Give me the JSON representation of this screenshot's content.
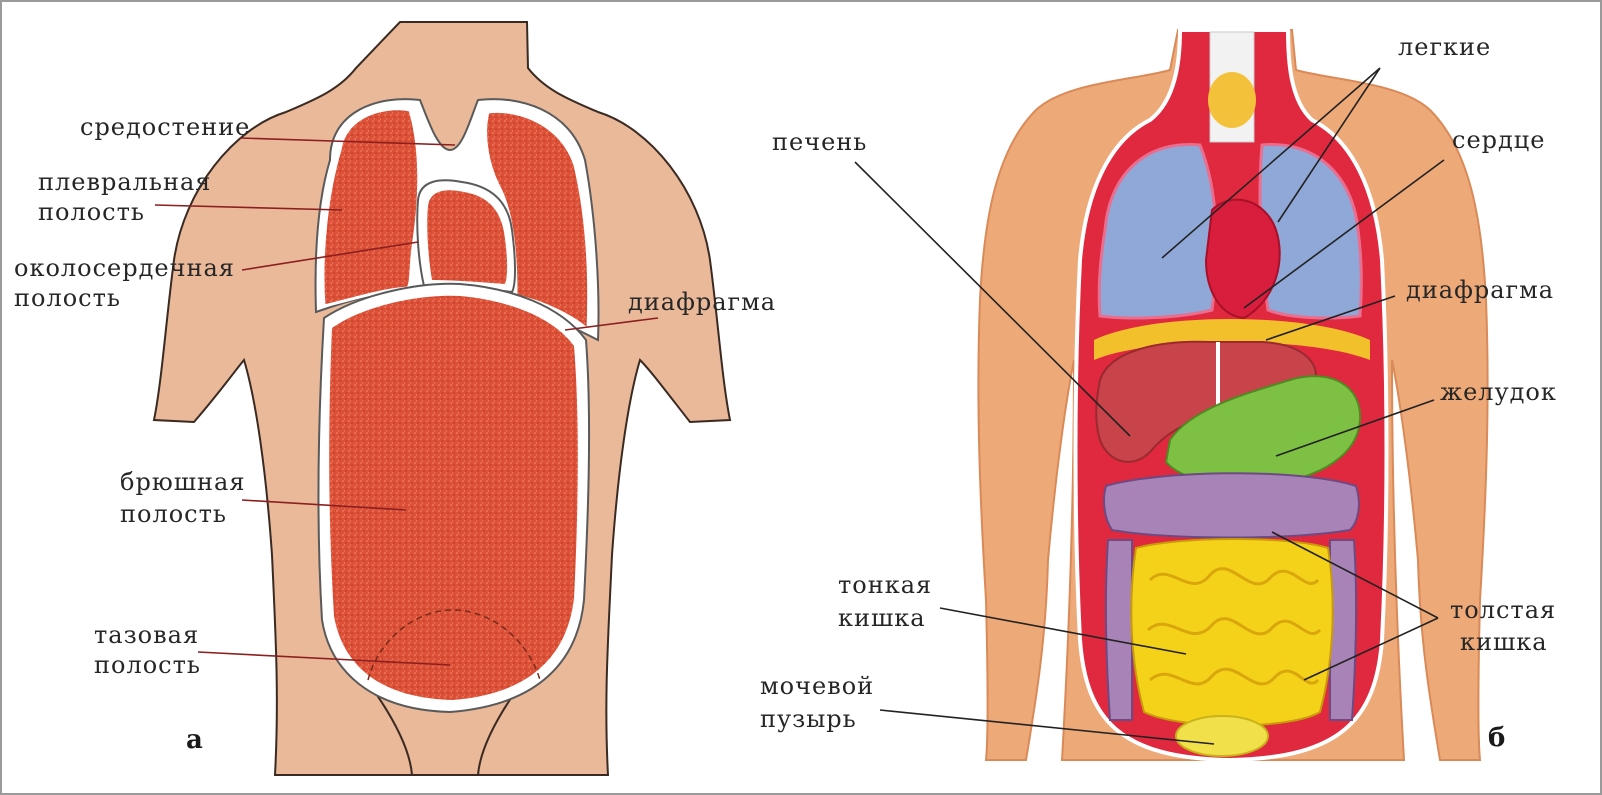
{
  "panel_a": {
    "letter": "а",
    "labels": {
      "mediastinum": "средостение",
      "pleural_1": "плевральная",
      "pleural_2": "полость",
      "pericardial_1": "околосердечная",
      "pericardial_2": "полость",
      "diaphragm": "диафрагма",
      "abdominal_1": "брюшная",
      "abdominal_2": "полость",
      "pelvic_1": "тазовая",
      "pelvic_2": "полость"
    }
  },
  "panel_b": {
    "letter": "б",
    "labels": {
      "lungs": "легкие",
      "heart": "сердце",
      "liver": "печень",
      "diaphragm": "диафрагма",
      "stomach": "желудок",
      "small_int_1": "тонкая",
      "small_int_2": "кишка",
      "large_int_1": "толстая",
      "large_int_2": "кишка",
      "bladder_1": "мочевой",
      "bladder_2": "пузырь"
    }
  },
  "colors": {
    "skin": "#e9b99a",
    "skin_b": "#eea978",
    "cavity": "#dc4f3a",
    "lung": "#8fa8d8",
    "heart": "#d81e3c",
    "liver": "#c8434a",
    "stomach": "#7dc043",
    "large_intestine": "#a883b8",
    "small_intestine": "#f5d21a",
    "leader_a": "#8c1f1f",
    "leader_b": "#222222"
  }
}
